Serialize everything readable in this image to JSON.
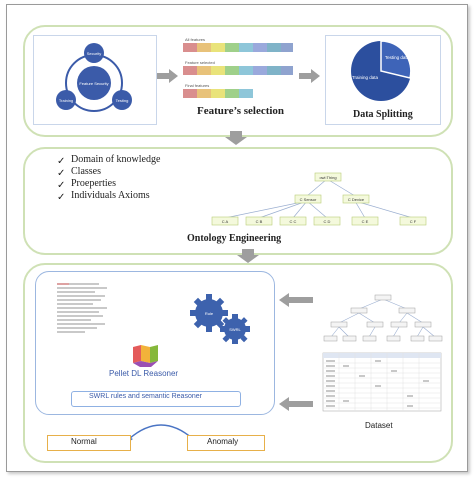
{
  "panel1": {
    "cycle": {
      "center": "Feature Security",
      "top": "Security",
      "left": "Training",
      "right": "Testing"
    },
    "feature_rows": [
      "All features",
      "Feature selected",
      "Final features"
    ],
    "feature_caption": "Feature’s selection",
    "split": {
      "left_label": "Training data",
      "right_label": "Testing data",
      "caption": "Data Splitting"
    }
  },
  "panel2": {
    "checklist": [
      "Domain of knowledge",
      "Classes",
      "Proeperties",
      "Individuals Axioms"
    ],
    "tree_root": "owl:Thing",
    "tree_mid": [
      "C Sensor",
      "C Device"
    ],
    "tree_leaves": [
      "C A",
      "C B",
      "C C",
      "C D",
      "C E",
      "C F"
    ],
    "caption": "Ontology Engineering"
  },
  "panel3": {
    "gear_labels": [
      "Rule",
      "SWRL"
    ],
    "reasoner_label": "Pellet DL Reasoner",
    "swrl_box": "SWRL rules and semantic Reasoner",
    "dataset_caption": "Dataset",
    "outcomes": [
      "Normal",
      "Anomaly"
    ]
  },
  "colors": {
    "panel_border": "#cfe1b5",
    "circle_blue": "#3b5ba9",
    "arrow_gray": "#9e9e9e",
    "outcome_border": "#e7b04a"
  }
}
